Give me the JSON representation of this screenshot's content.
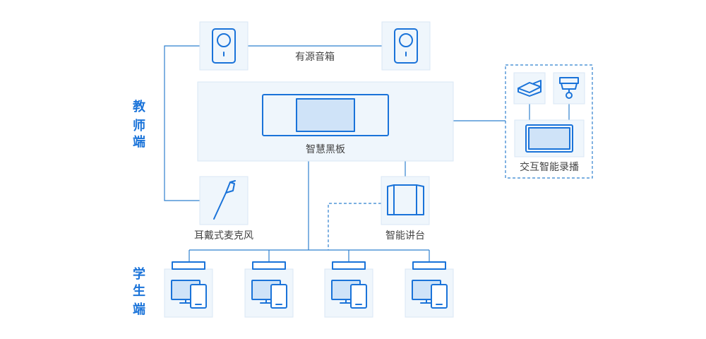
{
  "colors": {
    "accent": "#1a73d9",
    "line": "#2f80cf",
    "box_fill": "#eff6fc",
    "label": "#444444"
  },
  "side_labels": {
    "teacher": [
      "教",
      "师",
      "端"
    ],
    "student": [
      "学",
      "生",
      "端"
    ]
  },
  "nodes": {
    "speaker_label": "有源音箱",
    "blackboard_label": "智慧黑板",
    "mic_label": "耳戴式麦克风",
    "podium_label": "智能讲台",
    "recording_label": "交互智能录播"
  },
  "icons": {
    "speaker": "speaker-icon",
    "blackboard": "smart-blackboard-icon",
    "mic": "headset-mic-icon",
    "podium": "podium-icon",
    "projector": "projector-icon",
    "camera": "ceiling-camera-icon",
    "monitor": "monitor-icon",
    "student_device": "desktop-tablet-icon"
  }
}
